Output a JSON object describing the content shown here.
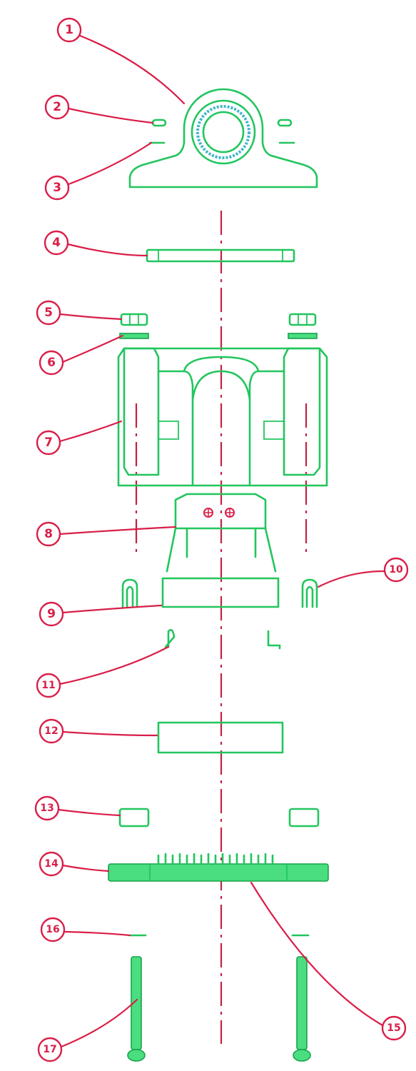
{
  "callouts": [
    {
      "num": "1"
    },
    {
      "num": "2"
    },
    {
      "num": "3"
    },
    {
      "num": "4"
    },
    {
      "num": "5"
    },
    {
      "num": "6"
    },
    {
      "num": "7"
    },
    {
      "num": "8"
    },
    {
      "num": "9"
    },
    {
      "num": "10"
    },
    {
      "num": "11"
    },
    {
      "num": "12"
    },
    {
      "num": "13"
    },
    {
      "num": "14"
    },
    {
      "num": "15"
    },
    {
      "num": "16"
    },
    {
      "num": "17"
    }
  ],
  "colors": {
    "part_line": "#22c55e",
    "callout": "#d91e48",
    "center_axis": "#c0243f"
  }
}
